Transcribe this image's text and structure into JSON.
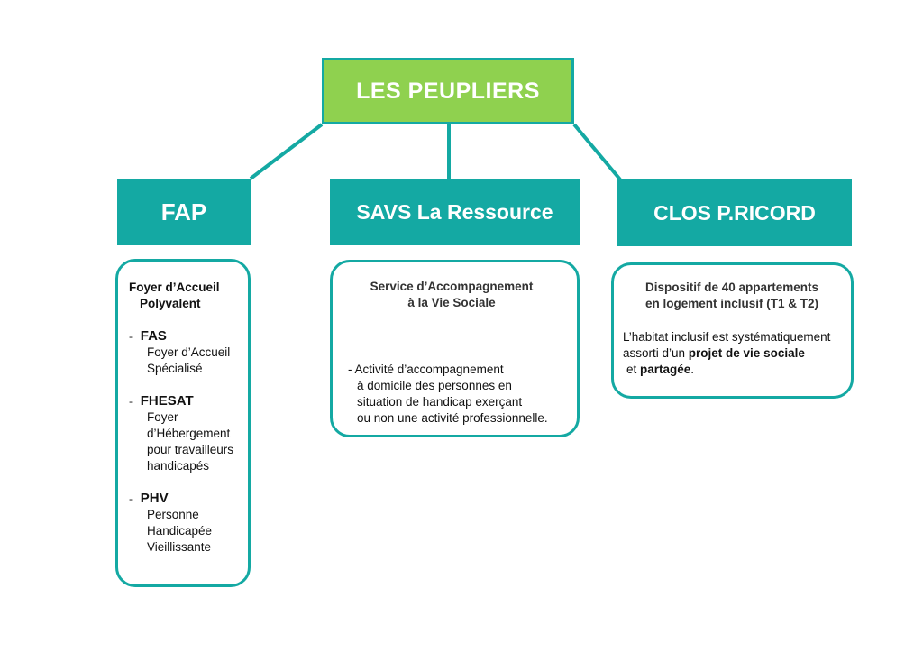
{
  "root": {
    "title": "LES PEUPLIERS"
  },
  "branches": [
    {
      "title": "FAP",
      "heading_line1": "Foyer d’Accueil",
      "heading_line2": "Polyvalent",
      "items": [
        {
          "dash": "-",
          "abbr": "FAS",
          "lines": [
            "Foyer d’Accueil",
            "Spécialisé"
          ]
        },
        {
          "dash": "-",
          "abbr": "FHESAT",
          "lines": [
            "Foyer",
            "d’Hébergement",
            "pour travailleurs",
            "handicapés"
          ]
        },
        {
          "dash": "-",
          "abbr": "PHV",
          "lines": [
            "Personne",
            "Handicapée",
            "Vieillissante"
          ]
        }
      ]
    },
    {
      "title": "SAVS La Ressource",
      "heading_line1": "Service d’Accompagnement",
      "heading_line2": "à la Vie Sociale",
      "list_lines": [
        "- Activité d’accompagnement",
        "à domicile des personnes en",
        "situation de handicap exerçant",
        "ou non une activité professionnelle."
      ]
    },
    {
      "title": "CLOS P.RICORD",
      "heading_line1": "Dispositif de 40 appartements",
      "heading_line2": "en logement inclusif (T1 & T2)",
      "text_line1": "L’habitat inclusif est systématiquement",
      "text_line2_prefix": "assorti d’un ",
      "text_line2_bold": "projet de vie sociale",
      "text_line3_prefix": "et ",
      "text_line3_bold": "partagée",
      "text_line3_suffix": "."
    }
  ],
  "colors": {
    "teal": "#14a9a3",
    "green": "#8fd14f"
  }
}
